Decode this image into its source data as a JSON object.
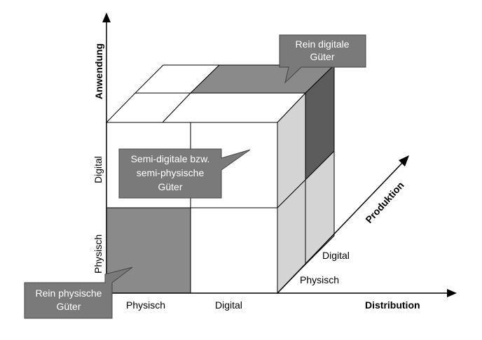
{
  "axes": {
    "vertical": {
      "title": "Anwendung",
      "levels": [
        "Physisch",
        "Digital"
      ]
    },
    "horizontal": {
      "title": "Distribution",
      "levels": [
        "Physisch",
        "Digital"
      ]
    },
    "depth": {
      "title": "Produktion",
      "levels": [
        "Physisch",
        "Digital"
      ]
    }
  },
  "callouts": {
    "rein_digital": [
      "Rein digitale",
      "Güter"
    ],
    "semi": [
      "Semi-digitale bzw.",
      "semi-physische",
      "Güter"
    ],
    "rein_physisch": [
      "Rein physische",
      "Güter"
    ]
  },
  "colors": {
    "callout_fill": "#7a7a7a",
    "dark_face": "#5c5c5c",
    "medium_face": "#8a8a8a",
    "light_face": "#d4d4d4",
    "line": "#000000"
  }
}
